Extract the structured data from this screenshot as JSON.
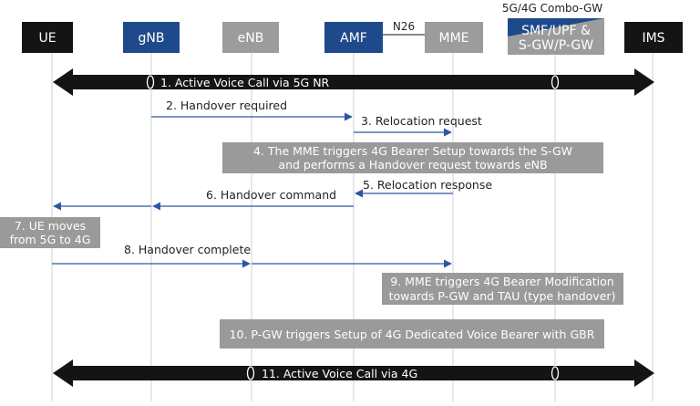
{
  "colors": {
    "ink": "#141414",
    "nokia_blue": "#1e4a8c",
    "gray": "#9c9c9c",
    "lifeline": "#d0d0d0",
    "arrow": "#2f56a0",
    "note_gray": "#9a9a9a"
  },
  "entities": {
    "ue": "UE",
    "gnb": "gNB",
    "enb": "eNB",
    "amf": "AMF",
    "mme": "MME",
    "combo_line1": "SMF/UPF &",
    "combo_line2": "S-GW/P-GW",
    "ims": "IMS"
  },
  "n26_label": "N26",
  "combo_gw_label": "5G/4G Combo-GW",
  "steps": {
    "s1": "1. Active Voice Call via 5G NR",
    "s2": "2. Handover required",
    "s3": "3. Relocation request",
    "s4_line1": "4. The MME triggers 4G Bearer Setup towards the S-GW",
    "s4_line2": "and performs a Handover request towards eNB",
    "s5": "5. Relocation response",
    "s6": "6. Handover command",
    "s7_line1": "7. UE moves",
    "s7_line2": "from 5G to 4G",
    "s8": "8. Handover complete",
    "s9_line1": "9. MME triggers 4G Bearer Modification",
    "s9_line2": "towards P-GW and TAU (type handover)",
    "s10": "10. P-GW triggers Setup of 4G Dedicated Voice Bearer with GBR",
    "s11": "11. Active Voice Call via 4G"
  }
}
